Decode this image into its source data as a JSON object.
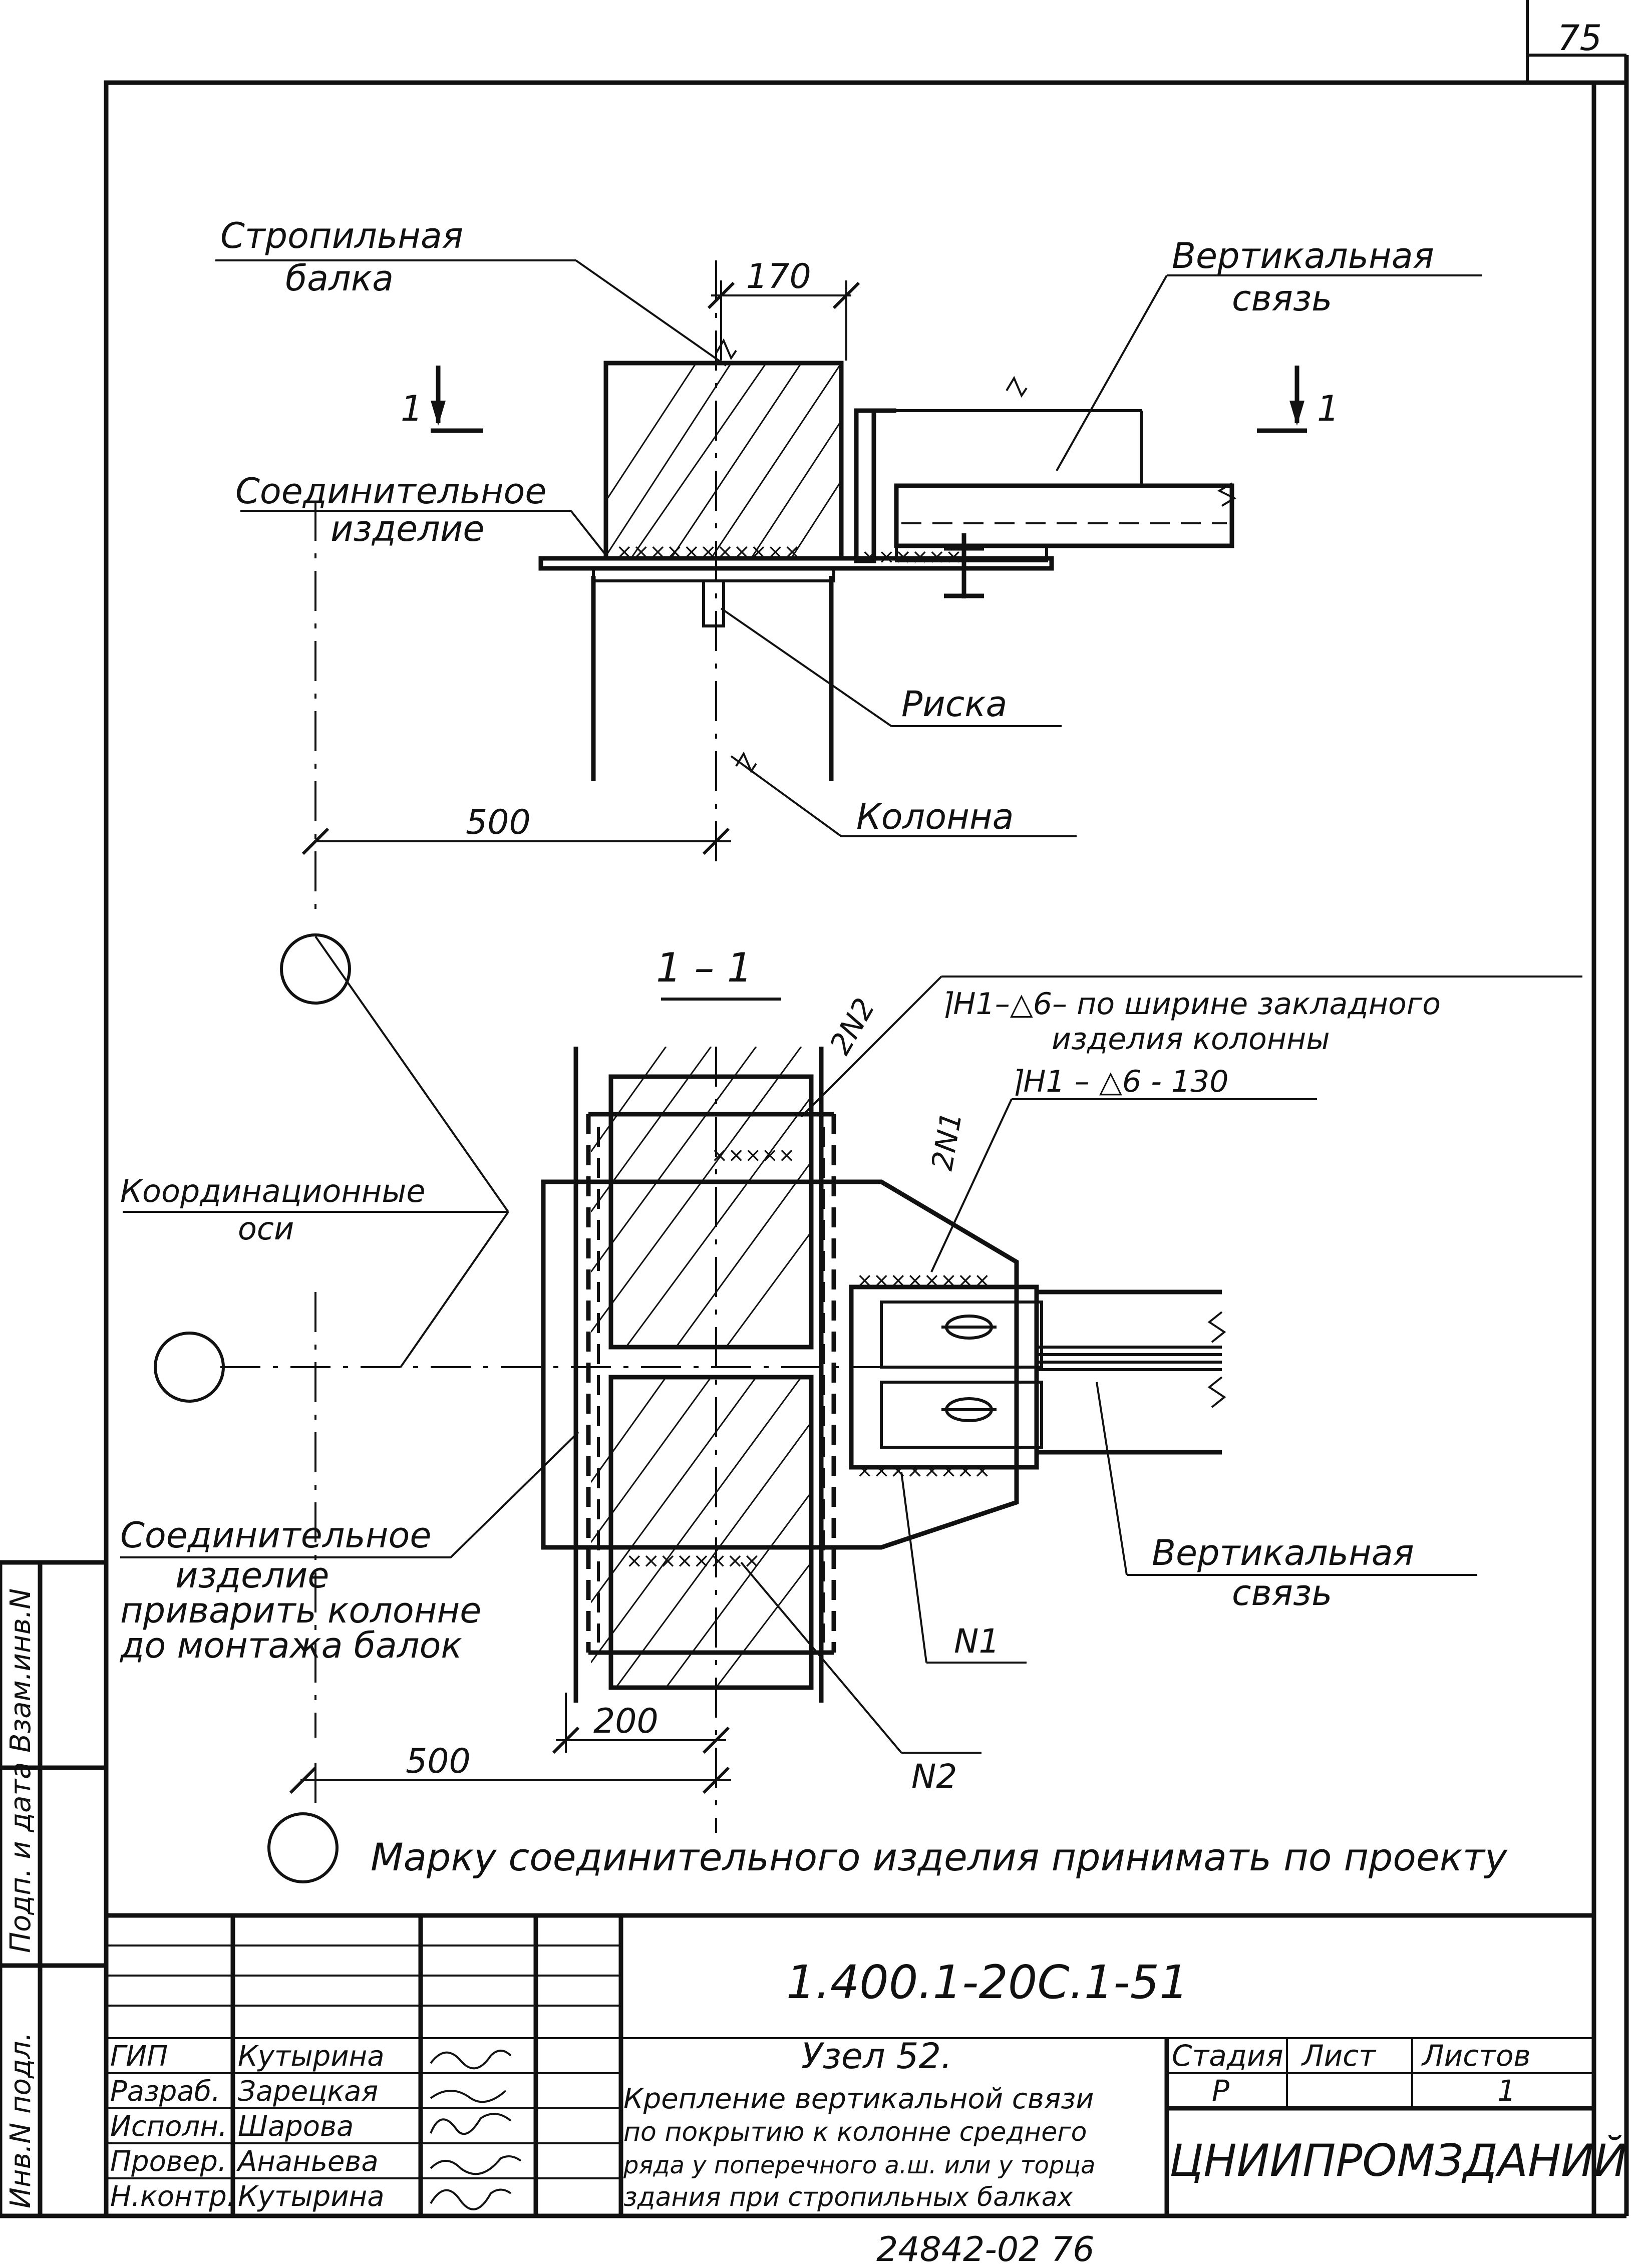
{
  "page_number": "75",
  "top_view": {
    "beam_label_1": "Стропильная",
    "beam_label_2": "балка",
    "dim_170": "170",
    "brace_label_1": "Вертикальная",
    "brace_label_2": "связь",
    "section_mark": "1",
    "connector_label_1": "Соединительное",
    "connector_label_2": "изделие",
    "risk_label": "Риска",
    "column_label": "Колонна",
    "dim_500": "500"
  },
  "section_view": {
    "section_title": "1 – 1",
    "weld_note_1_line1": "⌉Н1–△6– по ширине закладного",
    "weld_note_1_line2": "изделия колонны",
    "weld_note_2": "⌉Н1 – △6 - 130",
    "mark_2n2": "2N2",
    "mark_2n1": "2N1",
    "axes_label_1": "Координационные",
    "axes_label_2": "оси",
    "brace_label_1": "Вертикальная",
    "brace_label_2": "связь",
    "connector_label_1": "Соединительное",
    "connector_label_2": "изделие",
    "connector_label_3": "приварить колонне",
    "connector_label_4": "до монтажа балок",
    "mark_n1": "N1",
    "mark_n2": "N2",
    "dim_200": "200",
    "dim_500": "500"
  },
  "note": "Марку соединительного изделия принимать по проекту",
  "title_block": {
    "code": "1.400.1-20С.1-51",
    "roles": [
      "ГИП",
      "Разраб.",
      "Исполн.",
      "Провер.",
      "Н.контр."
    ],
    "names": [
      "Кутырина",
      "Зарецкая",
      "Шарова",
      "Ананьева",
      "Кутырина"
    ],
    "node_title": "Узел 52.",
    "desc_lines": [
      "Крепление вертикальной связи",
      "по покрытию к колонне среднего",
      "ряда у поперечного а.ш. или у торца",
      "здания при стропильных балках"
    ],
    "stage_header": "Стадия",
    "sheet_header": "Лист",
    "sheets_header": "Листов",
    "stage_value": "Р",
    "sheet_value": "",
    "sheets_value": "1",
    "org": "ЦНИИПРОМЗДАНИЙ"
  },
  "side_stamp": [
    "Взам.инв.N",
    "Подп. и дата",
    "Инв.N подл."
  ],
  "bottom_code": "24842-02  76"
}
